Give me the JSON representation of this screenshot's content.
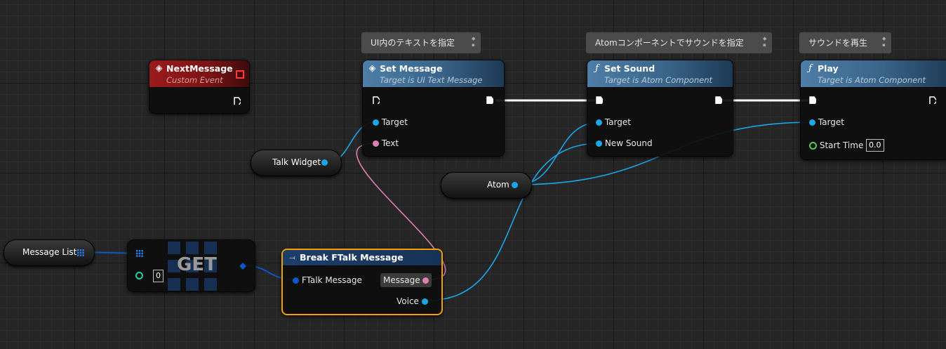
{
  "colors": {
    "exec_wire": "#ffffff",
    "object_pin": "#1aa6ea",
    "text_pin": "#e07fb3",
    "struct_pin": "#0058c0",
    "float_pin": "#55cc55",
    "event_header": "#9b1b1b",
    "function_header": "#4d7ea7",
    "selection": "#f2a000"
  },
  "comments": [
    {
      "text": "UI内のテキストを指定"
    },
    {
      "text": "Atomコンポーネントでサウンドを指定"
    },
    {
      "text": "サウンドを再生"
    }
  ],
  "next_message": {
    "title": "NextMessage",
    "subtitle": "Custom Event",
    "icon": "event-diamond-icon"
  },
  "set_message": {
    "title": "Set Message",
    "subtitle": "Target is UI Text Message",
    "icon": "event-diamond-icon",
    "pins": [
      "Target",
      "Text"
    ]
  },
  "set_sound": {
    "title": "Set Sound",
    "subtitle": "Target is Atom Component",
    "icon": "function-icon",
    "pins": [
      "Target",
      "New Sound"
    ]
  },
  "play": {
    "title": "Play",
    "subtitle": "Target is Atom Component",
    "icon": "function-icon",
    "pins": [
      "Target",
      "Start Time"
    ],
    "start_time": "0.0"
  },
  "vars": {
    "talk_widget": "Talk Widget",
    "atom": "Atom",
    "message_list": "Message List"
  },
  "get_node": {
    "label": "GET",
    "index": "0"
  },
  "break_node": {
    "title": "Break FTalk Message",
    "icon": "break-struct-icon",
    "input": "FTalk Message",
    "outputs": [
      "Message",
      "Voice"
    ]
  }
}
